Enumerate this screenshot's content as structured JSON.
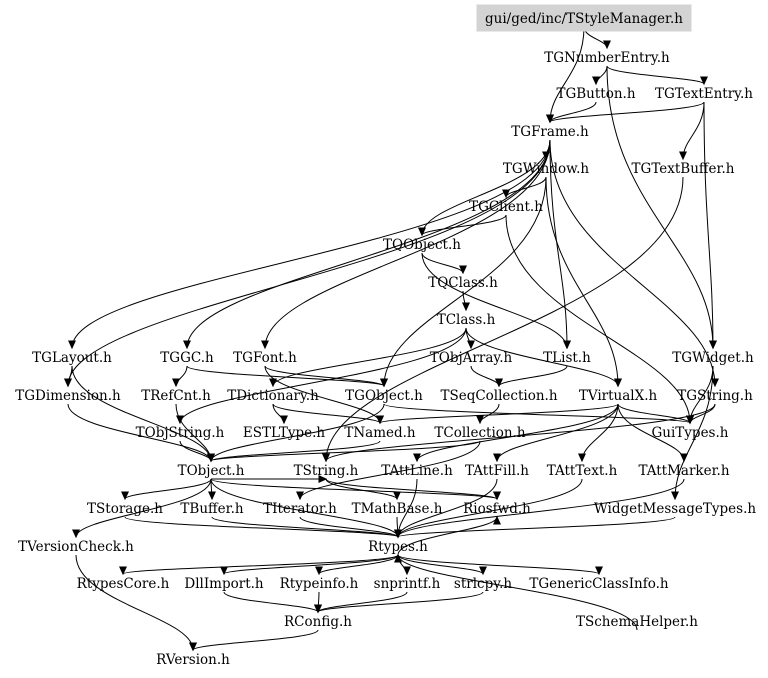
{
  "root": "gui/ged/inc/TStyleManager.h",
  "nodes": [
    "gui/ged/inc/TStyleManager.h",
    "TGNumberEntry.h",
    "TGButton.h",
    "TGTextEntry.h",
    "TGFrame.h",
    "TGWindow.h",
    "TGTextBuffer.h",
    "TGClient.h",
    "TQObject.h",
    "TQClass.h",
    "TClass.h",
    "TGLayout.h",
    "TGGC.h",
    "TGFont.h",
    "TObjArray.h",
    "TList.h",
    "TGWidget.h",
    "TGDimension.h",
    "TRefCnt.h",
    "TDictionary.h",
    "TGObject.h",
    "TSeqCollection.h",
    "TVirtualX.h",
    "TGString.h",
    "TObjString.h",
    "ESTLType.h",
    "TNamed.h",
    "TCollection.h",
    "GuiTypes.h",
    "TObject.h",
    "TString.h",
    "TAttLine.h",
    "TAttFill.h",
    "TAttText.h",
    "TAttMarker.h",
    "TStorage.h",
    "TBuffer.h",
    "TIterator.h",
    "TMathBase.h",
    "Riosfwd.h",
    "WidgetMessageTypes.h",
    "TVersionCheck.h",
    "Rtypes.h",
    "RtypesCore.h",
    "DllImport.h",
    "Rtypeinfo.h",
    "snprintf.h",
    "strlcpy.h",
    "TGenericClassInfo.h",
    "RConfig.h",
    "TSchemaHelper.h",
    "RVersion.h"
  ],
  "edges": [
    [
      "gui/ged/inc/TStyleManager.h",
      "TGNumberEntry.h"
    ],
    [
      "gui/ged/inc/TStyleManager.h",
      "TGFrame.h"
    ],
    [
      "TGNumberEntry.h",
      "TGButton.h"
    ],
    [
      "TGNumberEntry.h",
      "TGTextEntry.h"
    ],
    [
      "TGNumberEntry.h",
      "TGWidget.h"
    ],
    [
      "TGButton.h",
      "TGFrame.h"
    ],
    [
      "TGTextEntry.h",
      "TGFrame.h"
    ],
    [
      "TGTextEntry.h",
      "TGTextBuffer.h"
    ],
    [
      "TGTextEntry.h",
      "TGWidget.h"
    ],
    [
      "TGFrame.h",
      "TGWindow.h"
    ],
    [
      "TGFrame.h",
      "TGDimension.h"
    ],
    [
      "TGFrame.h",
      "TGGC.h"
    ],
    [
      "TGFrame.h",
      "TGFont.h"
    ],
    [
      "TGFrame.h",
      "TGLayout.h"
    ],
    [
      "TGFrame.h",
      "TQObject.h"
    ],
    [
      "TGFrame.h",
      "TList.h"
    ],
    [
      "TGFrame.h",
      "TGString.h"
    ],
    [
      "TGWindow.h",
      "TGClient.h"
    ],
    [
      "TGWindow.h",
      "TGObject.h"
    ],
    [
      "TGWindow.h",
      "TVirtualX.h"
    ],
    [
      "TGTextBuffer.h",
      "TString.h"
    ],
    [
      "TGClient.h",
      "TQObject.h"
    ],
    [
      "TGClient.h",
      "GuiTypes.h"
    ],
    [
      "TQObject.h",
      "TQClass.h"
    ],
    [
      "TQObject.h",
      "TList.h"
    ],
    [
      "TQClass.h",
      "TClass.h"
    ],
    [
      "TClass.h",
      "TObjArray.h"
    ],
    [
      "TClass.h",
      "TDictionary.h"
    ],
    [
      "TClass.h",
      "TObjString.h"
    ],
    [
      "TClass.h",
      "TVirtualX.h"
    ],
    [
      "TGLayout.h",
      "TGDimension.h"
    ],
    [
      "TGLayout.h",
      "TObject.h"
    ],
    [
      "TGGC.h",
      "TRefCnt.h"
    ],
    [
      "TGGC.h",
      "TGObject.h"
    ],
    [
      "TGFont.h",
      "TNamed.h"
    ],
    [
      "TGFont.h",
      "TGObject.h"
    ],
    [
      "TObjArray.h",
      "TSeqCollection.h"
    ],
    [
      "TList.h",
      "TSeqCollection.h"
    ],
    [
      "TGWidget.h",
      "GuiTypes.h"
    ],
    [
      "TGWidget.h",
      "WidgetMessageTypes.h"
    ],
    [
      "TGDimension.h",
      "TObject.h"
    ],
    [
      "TRefCnt.h",
      "TObject.h"
    ],
    [
      "TDictionary.h",
      "TNamed.h"
    ],
    [
      "TDictionary.h",
      "ESTLType.h"
    ],
    [
      "TGObject.h",
      "TObject.h"
    ],
    [
      "TGObject.h",
      "GuiTypes.h"
    ],
    [
      "TSeqCollection.h",
      "TCollection.h"
    ],
    [
      "TVirtualX.h",
      "TAttLine.h"
    ],
    [
      "TVirtualX.h",
      "TAttFill.h"
    ],
    [
      "TVirtualX.h",
      "TAttText.h"
    ],
    [
      "TVirtualX.h",
      "TAttMarker.h"
    ],
    [
      "TVirtualX.h",
      "GuiTypes.h"
    ],
    [
      "TVirtualX.h",
      "TNamed.h"
    ],
    [
      "TGString.h",
      "TString.h"
    ],
    [
      "TGString.h",
      "GuiTypes.h"
    ],
    [
      "TObjString.h",
      "TObject.h"
    ],
    [
      "TNamed.h",
      "TObject.h"
    ],
    [
      "TCollection.h",
      "TObject.h"
    ],
    [
      "TCollection.h",
      "TIterator.h"
    ],
    [
      "TObject.h",
      "TStorage.h"
    ],
    [
      "TObject.h",
      "TBuffer.h"
    ],
    [
      "TObject.h",
      "TVersionCheck.h"
    ],
    [
      "TObject.h",
      "Rtypes.h"
    ],
    [
      "TObject.h",
      "Riosfwd.h"
    ],
    [
      "TObject.h",
      "TString.h"
    ],
    [
      "TString.h",
      "TMathBase.h"
    ],
    [
      "TString.h",
      "Riosfwd.h"
    ],
    [
      "TAttLine.h",
      "Rtypes.h"
    ],
    [
      "TAttFill.h",
      "Rtypes.h"
    ],
    [
      "TAttText.h",
      "Rtypes.h"
    ],
    [
      "TAttMarker.h",
      "Rtypes.h"
    ],
    [
      "TStorage.h",
      "Rtypes.h"
    ],
    [
      "TBuffer.h",
      "Rtypes.h"
    ],
    [
      "TIterator.h",
      "Rtypes.h"
    ],
    [
      "TMathBase.h",
      "Rtypes.h"
    ],
    [
      "WidgetMessageTypes.h",
      "Rtypes.h"
    ],
    [
      "TVersionCheck.h",
      "RVersion.h"
    ],
    [
      "Rtypes.h",
      "RtypesCore.h"
    ],
    [
      "Rtypes.h",
      "DllImport.h"
    ],
    [
      "Rtypes.h",
      "Rtypeinfo.h"
    ],
    [
      "Rtypes.h",
      "snprintf.h"
    ],
    [
      "Rtypes.h",
      "strlcpy.h"
    ],
    [
      "Rtypes.h",
      "TGenericClassInfo.h"
    ],
    [
      "Rtypes.h",
      "Riosfwd.h"
    ],
    [
      "DllImport.h",
      "RConfig.h"
    ],
    [
      "Rtypeinfo.h",
      "RConfig.h"
    ],
    [
      "snprintf.h",
      "RConfig.h"
    ],
    [
      "strlcpy.h",
      "RConfig.h"
    ],
    [
      "TSchemaHelper.h",
      "Rtypes.h"
    ],
    [
      "RConfig.h",
      "RVersion.h"
    ]
  ]
}
